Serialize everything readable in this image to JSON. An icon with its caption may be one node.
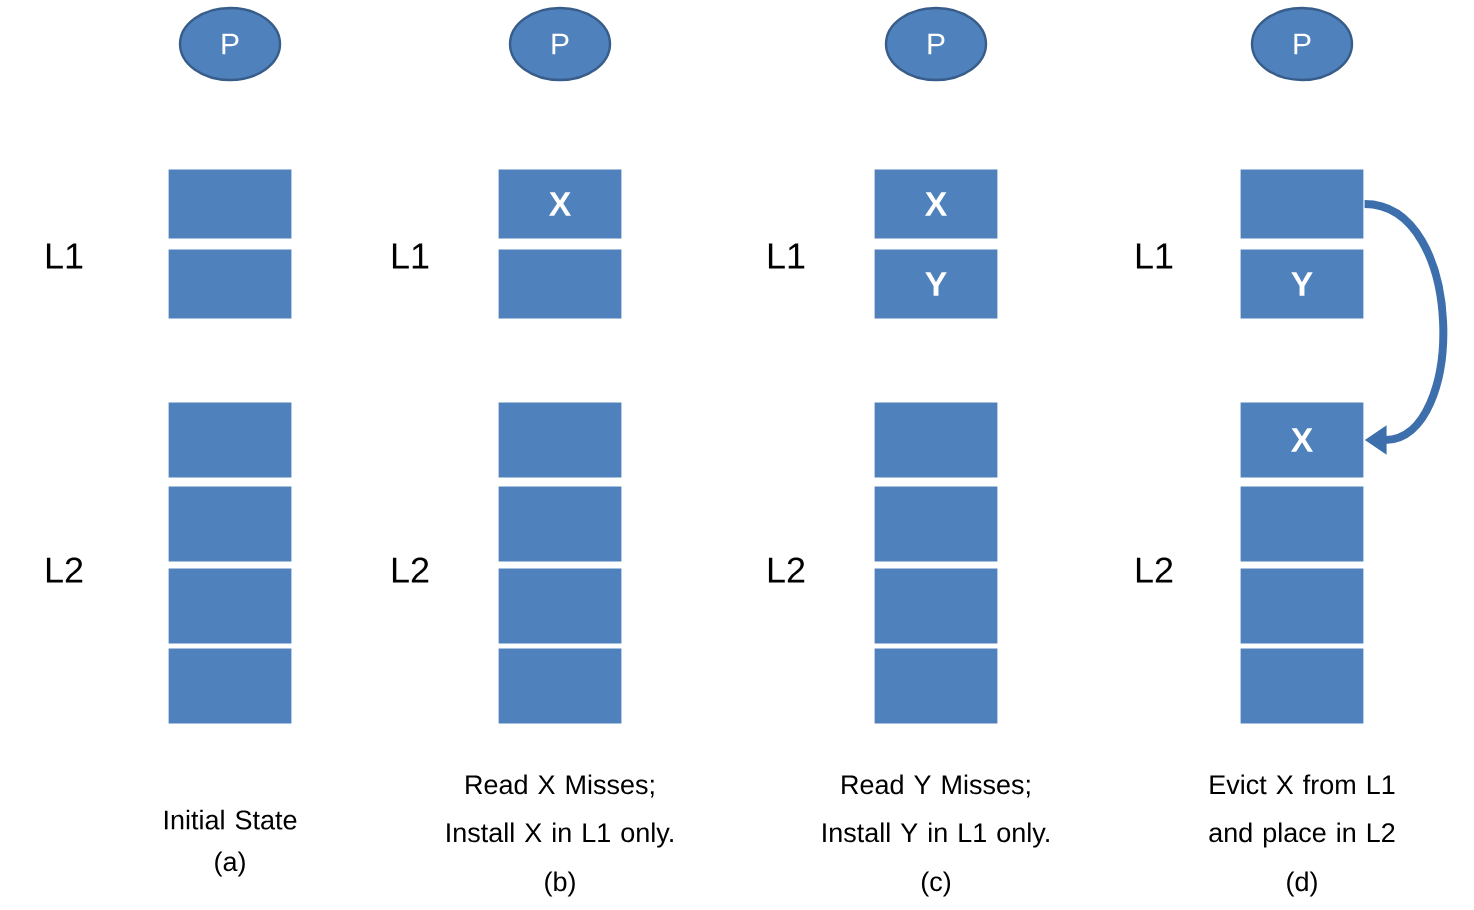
{
  "diagram": {
    "nodes": [
      {
        "text": [
          "P"
        ]
      },
      {
        "text": [],
        "shape": "box"
      },
      {
        "text": [],
        "shape": "box"
      },
      {
        "text": [],
        "shape": "box"
      },
      {
        "text": [],
        "shape": "box"
      },
      {
        "text": [],
        "shape": "box"
      },
      {
        "text": [],
        "shape": "box"
      },
      {
        "text": [
          "P"
        ]
      },
      {
        "text": [
          "X"
        ]
      },
      {
        "text": [],
        "shape": "box"
      },
      {
        "text": [],
        "shape": "box"
      },
      {
        "text": [],
        "shape": "box"
      },
      {
        "text": [],
        "shape": "box"
      },
      {
        "text": [],
        "shape": "box"
      },
      {
        "text": [
          "P"
        ]
      },
      {
        "text": [
          "X"
        ]
      },
      {
        "text": [
          "Y"
        ]
      },
      {
        "text": [],
        "shape": "box"
      },
      {
        "text": [],
        "shape": "box"
      },
      {
        "text": [],
        "shape": "box"
      },
      {
        "text": [],
        "shape": "box"
      },
      {
        "text": [
          "P"
        ]
      },
      {
        "text": [],
        "shape": "box"
      },
      {
        "text": [
          "Y"
        ]
      },
      {
        "text": [
          "X"
        ]
      },
      {
        "text": [],
        "shape": "box"
      },
      {
        "text": [],
        "shape": "box"
      },
      {
        "text": [],
        "shape": "box"
      }
    ],
    "edges": [
      {
        "from": 22,
        "to": 24,
        "arrow": "to"
      }
    ],
    "labels": [
      "L1",
      "L2",
      "Initial State",
      "(a)",
      "L1",
      "L2",
      "Read X Misses; Install X in L1 only.",
      "(b)",
      "L1",
      "L2",
      "Read Y Misses; Install Y in L1 only.",
      "(c)",
      "L1",
      "L2",
      "Evict X from L1 and place in L2",
      "(d)"
    ]
  }
}
